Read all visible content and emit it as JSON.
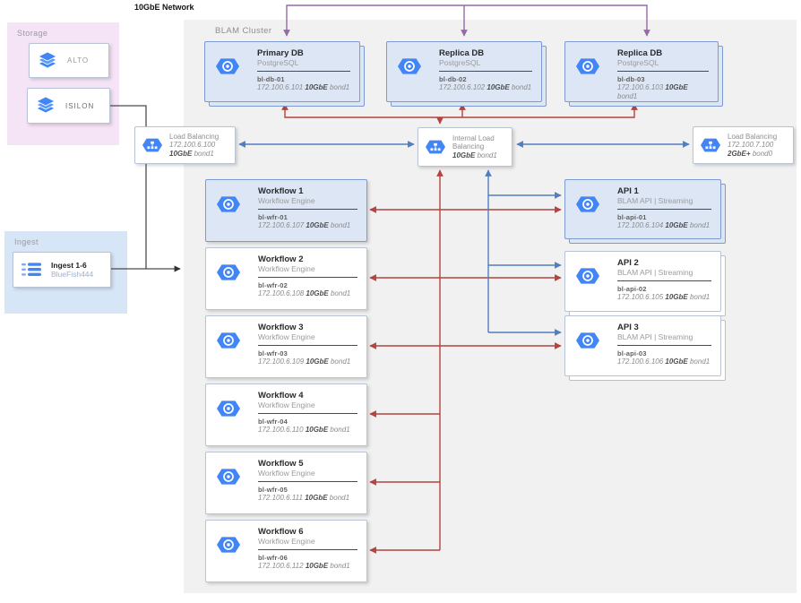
{
  "title": "10GbE Network",
  "storage": {
    "label": "Storage",
    "items": [
      {
        "name": "ALTO"
      },
      {
        "name": "ISILON"
      }
    ]
  },
  "ingest": {
    "label": "Ingest",
    "title": "Ingest 1-6",
    "subtitle": "BlueFish444"
  },
  "cluster": {
    "label": "BLAM Cluster",
    "databases": [
      {
        "title": "Primary DB",
        "subtitle": "PostgreSQL",
        "host": "bl-db-01",
        "ip": "172.100.6.101",
        "nic": "10GbE",
        "bond": "bond1"
      },
      {
        "title": "Replica DB",
        "subtitle": "PostgreSQL",
        "host": "bl-db-02",
        "ip": "172.100.6.102",
        "nic": "10GbE",
        "bond": "bond1"
      },
      {
        "title": "Replica DB",
        "subtitle": "PostgreSQL",
        "host": "bl-db-03",
        "ip": "172.100.6.103",
        "nic": "10GbE",
        "bond": "bond1"
      }
    ],
    "lb_left": {
      "title": "Load Balancing",
      "ip": "172.100.6.100",
      "nic": "10GbE",
      "bond": "bond1"
    },
    "lb_internal": {
      "title": "Internal Load Balancing",
      "nic": "10GbE",
      "bond": "bond1"
    },
    "lb_right": {
      "title": "Load Balancing",
      "ip": "172.100.7.100",
      "nic": "2GbE+",
      "bond": "bond0"
    },
    "workflows": [
      {
        "title": "Workflow 1",
        "subtitle": "Workflow Engine",
        "host": "bl-wfr-01",
        "ip": "172.100.6.107",
        "nic": "10GbE",
        "bond": "bond1"
      },
      {
        "title": "Workflow 2",
        "subtitle": "Workflow Engine",
        "host": "bl-wfr-02",
        "ip": "172.100.6.108",
        "nic": "10GbE",
        "bond": "bond1"
      },
      {
        "title": "Workflow 3",
        "subtitle": "Workflow Engine",
        "host": "bl-wfr-03",
        "ip": "172.100.6.109",
        "nic": "10GbE",
        "bond": "bond1"
      },
      {
        "title": "Workflow 4",
        "subtitle": "Workflow Engine",
        "host": "bl-wfr-04",
        "ip": "172.100.6.110",
        "nic": "10GbE",
        "bond": "bond1"
      },
      {
        "title": "Workflow 5",
        "subtitle": "Workflow Engine",
        "host": "bl-wfr-05",
        "ip": "172.100.6.111",
        "nic": "10GbE",
        "bond": "bond1"
      },
      {
        "title": "Workflow 6",
        "subtitle": "Workflow Engine",
        "host": "bl-wfr-06",
        "ip": "172.100.6.112",
        "nic": "10GbE",
        "bond": "bond1"
      }
    ],
    "apis": [
      {
        "title": "API 1",
        "subtitle": "BLAM API | Streaming",
        "host": "bl-api-01",
        "ip": "172.100.6.104",
        "nic": "10GbE",
        "bond": "bond1"
      },
      {
        "title": "API 2",
        "subtitle": "BLAM API | Streaming",
        "host": "bl-api-02",
        "ip": "172.100.6.105",
        "nic": "10GbE",
        "bond": "bond1"
      },
      {
        "title": "API 3",
        "subtitle": "BLAM API | Streaming",
        "host": "bl-api-03",
        "ip": "172.100.6.106",
        "nic": "10GbE",
        "bond": "bond1"
      }
    ]
  },
  "colors": {
    "replication_purple": "#9669a8",
    "db_traffic_red": "#b3443e",
    "lb_traffic_blue": "#527ec0",
    "ingest_black": "#444444",
    "node_blue_fill": "#dce6f5",
    "node_blue_border": "#7d9bd1",
    "hexagon_icon_blue": "#4285f4"
  }
}
